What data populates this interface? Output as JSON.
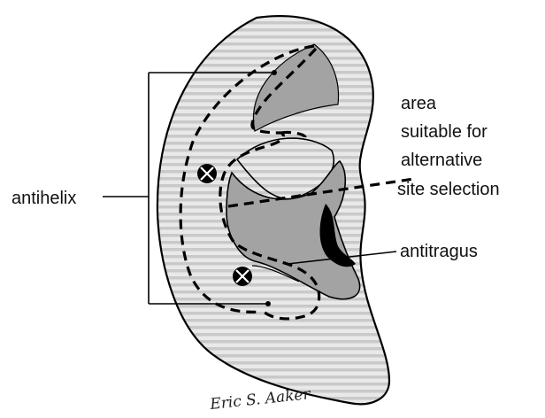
{
  "diagram": {
    "labels": {
      "antihelix": "antihelix",
      "antitragus": "antitragus",
      "area_line1": "area",
      "area_line2": "suitable for",
      "area_line3": "alternative",
      "area_line4": "site selection"
    },
    "signature": "Eric S. Aaker",
    "markers": [
      {
        "name": "upper-site-marker",
        "symbol": "⊗"
      },
      {
        "name": "lower-site-marker",
        "symbol": "⊗"
      }
    ],
    "colors": {
      "ear_fill": "#e9e9e9",
      "stripe": "#c9c9c9",
      "inner_fill": "#a3a3a3",
      "antitragus_fill": "#000000",
      "outline": "#000000"
    }
  }
}
